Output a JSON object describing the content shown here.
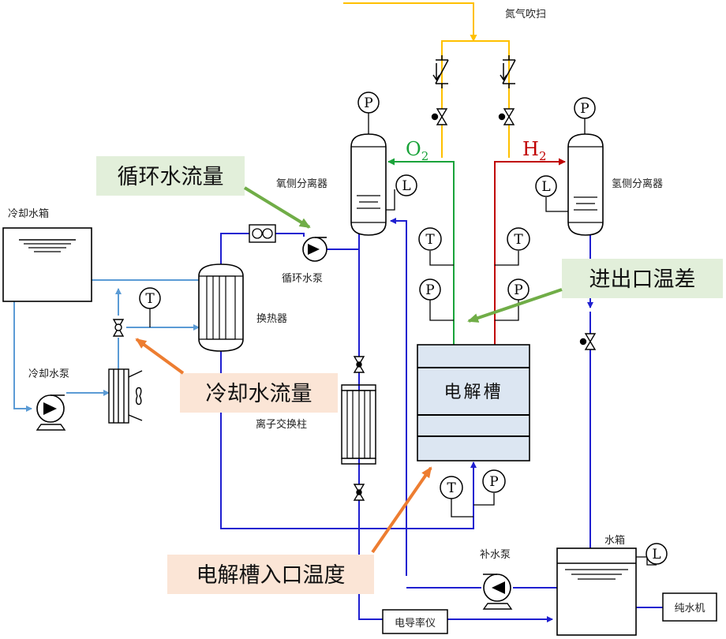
{
  "labels": {
    "nitrogen_purge": "氮气吹扫",
    "oxygen_separator": "氧侧分离器",
    "hydrogen_separator": "氢侧分离器",
    "cooling_tank": "冷却水箱",
    "cooling_pump": "冷却水泵",
    "circulating_pump": "循环水泵",
    "heat_exchanger": "换热器",
    "ion_exchange_column": "离子交换柱",
    "electrolyzer": "电解槽",
    "makeup_pump": "补水泵",
    "water_tank": "水箱",
    "pure_water_machine": "纯水机",
    "conductivity_meter": "电导率仪"
  },
  "gases": {
    "o2_base": "O",
    "o2_sub": "2",
    "h2_base": "H",
    "h2_sub": "2"
  },
  "instruments": {
    "p": "P",
    "t": "T",
    "l": "L"
  },
  "callouts": {
    "circulating_flow": "循环水流量",
    "inlet_outlet_temp_diff": "进出口温差",
    "cooling_flow": "冷却水流量",
    "electrolyzer_inlet_temp": "电解槽入口温度"
  },
  "colors": {
    "water_line": "#1f1fd0",
    "cooling_line": "#5b9bd5",
    "nitrogen_line": "#ffc000",
    "oxygen_line": "#1aa33a",
    "hydrogen_line": "#c00000",
    "green_arrow": "#70ad47",
    "orange_arrow": "#ed7d31",
    "green_box": "#e2efda",
    "orange_box": "#fbe5d6",
    "cell_fill": "#dce6f2"
  }
}
